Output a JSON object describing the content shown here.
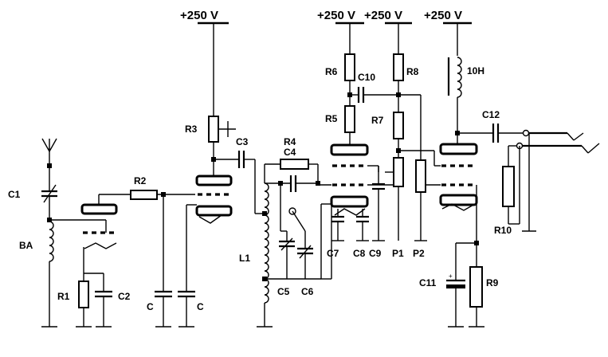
{
  "supplies": [
    "+250  V",
    "+250  V",
    "+250  V",
    "+250  V"
  ],
  "labels": {
    "C1": "C1",
    "BA": "BA",
    "R1": "R1",
    "C2": "C2",
    "R2": "R2",
    "C_a": "C",
    "C_b": "C",
    "R3": "R3",
    "C3": "C3",
    "R4": "R4",
    "C4": "C4",
    "L1": "L1",
    "C5": "C5",
    "C6": "C6",
    "C7": "C7",
    "C8": "C8",
    "C9": "C9",
    "R6": "R6",
    "C10": "C10",
    "R5": "R5",
    "R8": "R8",
    "R7": "R7",
    "P1": "P1",
    "P2": "P2",
    "H10": "10H",
    "C12": "C12",
    "R10": "R10",
    "C11": "C11",
    "R9": "R9"
  },
  "polarity": {
    "plus": "+"
  }
}
